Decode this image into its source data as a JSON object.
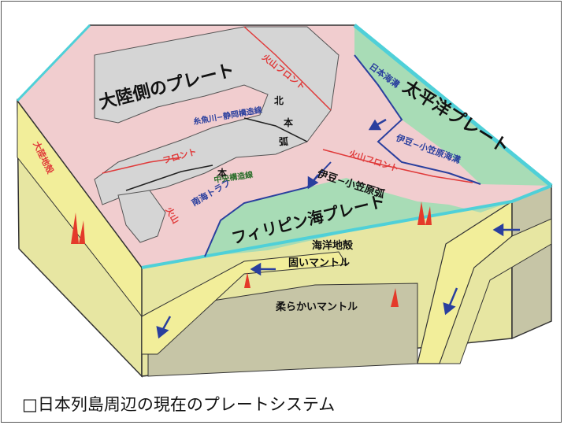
{
  "figure": {
    "caption": "□日本列島周辺の現在のプレートシステム"
  },
  "labels": {
    "continental_plate": "大陸側のプレート",
    "pacific_plate": "太平洋プレート",
    "philippine_plate": "フィリピン海プレート",
    "itoigawa_shizuoka": "糸魚川−静岡構造線",
    "volcanic_front_tohoku": "火山フロント",
    "japan_trench": "日本海溝",
    "izu_bonin_trench": "伊豆−小笠原海溝",
    "izu_bonin_arc": "伊豆−小笠原弧",
    "volcanic_front_izu": "火山フロント",
    "nankai_trough": "南海トラフ",
    "median_tectonic_line": "中央構造線",
    "front_sw": "フロント",
    "volcanic_kyushu": "火山",
    "continental_crust": "大陸地殻",
    "oceanic_crust": "海洋地殻",
    "hard_mantle": "固いマントル",
    "soft_mantle": "柔らかいマントル",
    "kita_small": "北",
    "honshu_small": "本",
    "hon_small": "本",
    "arc_small": "弧"
  },
  "colors": {
    "land": "#d5d5d5",
    "continental_plate_pink": "#f1cdcf",
    "pacific_plate": "#a8dcb6",
    "philippine_plate": "#a8dcb6",
    "crust_yellow": "#f2ee9a",
    "mantle_soft": "#c6c5a6",
    "mantle_hard": "#e7e6a2",
    "trench_cyan": "#4fd0d8",
    "arrow_blue": "#2a3f9e",
    "volcanic_red": "#e03a3a",
    "magma_red": "#e43a2a"
  },
  "icons": {
    "motion_arrow": "plate-motion-arrow-icon",
    "magma": "magma-plume-icon"
  }
}
